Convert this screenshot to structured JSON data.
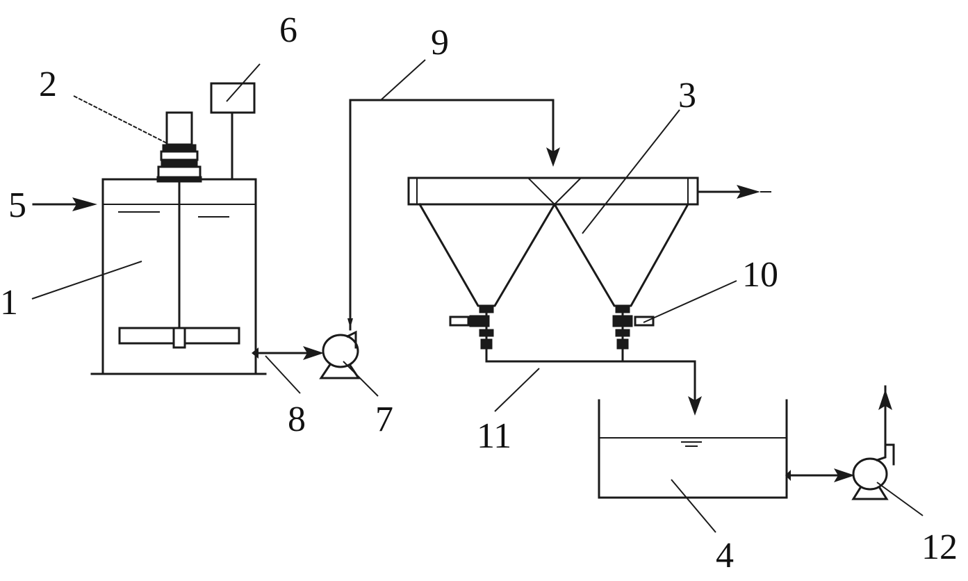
{
  "figure": {
    "labels": {
      "n1": "1",
      "n2": "2",
      "n3": "3",
      "n4": "4",
      "n5": "5",
      "n6": "6",
      "n7": "7",
      "n8": "8",
      "n9": "9",
      "n10": "10",
      "n11": "11",
      "n12": "12"
    }
  }
}
